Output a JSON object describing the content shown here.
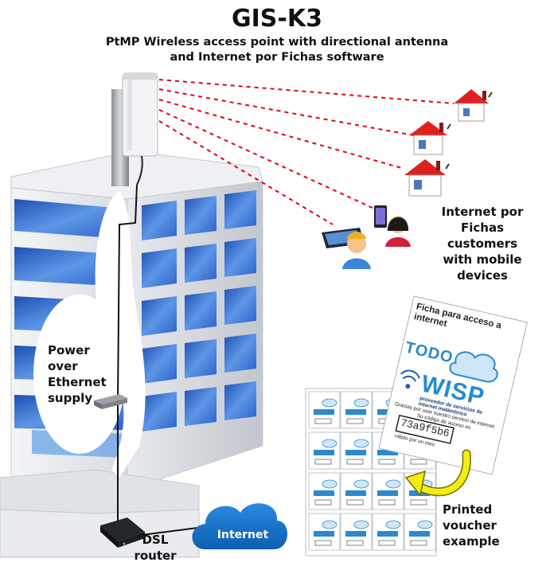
{
  "title": "GIS-K3",
  "subtitle_line1": "PtMP Wireless access point with directional antenna",
  "subtitle_line2": "and Internet por Fichas software",
  "labels": {
    "customers": "Internet por\nFichas\ncustomers\nwith mobile\ndevices",
    "poe": "Power\nover\nEthernet\nsupply",
    "dsl": "DSL\nrouter",
    "internet": "Internet",
    "voucher": "Printed\nvoucher\nexample"
  },
  "voucher": {
    "heading": "Ficha para acceso a internet",
    "brand_top": "TODO",
    "brand_bottom": "WISP",
    "tagline": "proveedor de servicios de internet inalámbrico",
    "message": "Gracias por usar nuestro servicio de internet. Su código de acceso es",
    "code": "73a9f5b6",
    "validity": "válido por un mes"
  },
  "colors": {
    "wifi_link": "#e0001a",
    "cloud": "#1a74c9",
    "window_blue": "#2e6fcf",
    "roof_red": "#e02020"
  }
}
